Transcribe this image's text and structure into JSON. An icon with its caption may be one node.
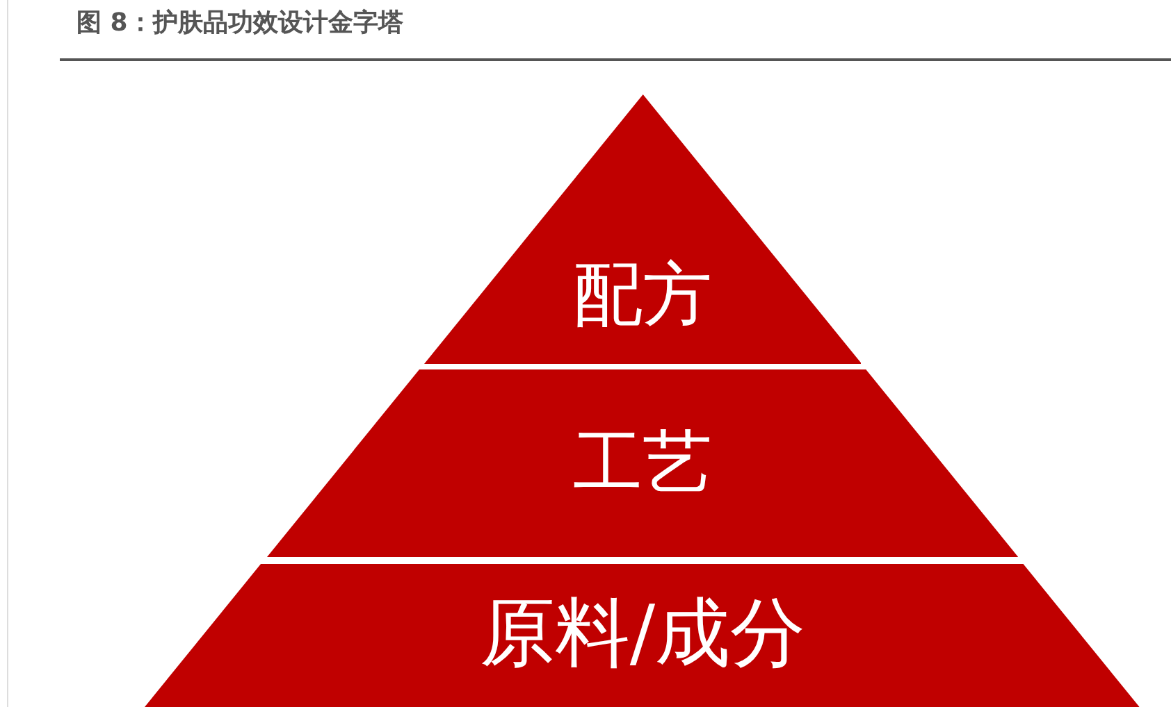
{
  "diagram": {
    "title": "图 8：护肤品功效设计金字塔",
    "nodes": [
      {
        "text": [
          "配方"
        ]
      },
      {
        "text": [
          "工艺"
        ]
      },
      {
        "text": [
          "原料/成分"
        ]
      }
    ]
  }
}
